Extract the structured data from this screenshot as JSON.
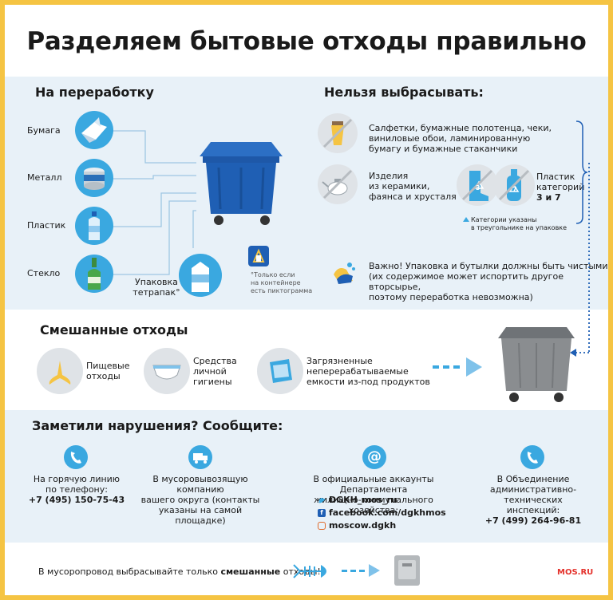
{
  "title": "Разделяем бытовые отходы правильно",
  "recycle": {
    "heading": "На переработку",
    "items": [
      "Бумага",
      "Металл",
      "Пластик",
      "Стекло"
    ],
    "tetrapak_line1": "Упаковка",
    "tetrapak_line2": "тетрапак°",
    "note_line1": "°Только если",
    "note_line2": "на контейнере",
    "note_line3": "есть пиктограмма"
  },
  "forbidden": {
    "heading": "Нельзя выбрасывать:",
    "paper_line1": "Салфетки, бумажные полотенца, чеки,",
    "paper_line2": "виниловые обои, ламинированную",
    "paper_line3": "бумагу и бумажные стаканчики",
    "ceramics_line1": "Изделия",
    "ceramics_line2": "из керамики,",
    "ceramics_line3": "фаянса и хрусталя",
    "plastic_line1": "Пластик",
    "plastic_line2": "категорий",
    "plastic_line3": "3 и 7",
    "code_3": "3",
    "code_7": "7",
    "category_note_line1": "Категории указаны",
    "category_note_line2": "в треугольнике на упаковке",
    "warning_line1": "Важно! Упаковка и бутылки должны быть чистыми",
    "warning_line2": "(их содержимое может испортить другое вторсырье,",
    "warning_line3": "поэтому переработка невозможна)"
  },
  "mixed": {
    "heading": "Смешанные отходы",
    "food_line1": "Пищевые",
    "food_line2": "отходы",
    "hygiene_line1": "Средства",
    "hygiene_line2": "личной",
    "hygiene_line3": "гигиены",
    "dirty_line1": "Загрязненные",
    "dirty_line2": "неперерабатываемые",
    "dirty_line3": "емкости из-под продуктов"
  },
  "report": {
    "heading": "Заметили нарушения? Сообщите:",
    "hotline_line1": "На горячую линию",
    "hotline_line2": "по телефону:",
    "hotline_phone": "+7 (495) 150-75-43",
    "company_line1": "В мусоровывозящую компанию",
    "company_line2": "вашего округа (контакты",
    "company_line3": "указаны на самой площадке)",
    "social_line1": "В официальные аккаунты Департамента",
    "social_line2": "жилищно-коммунального хозяйства:",
    "twitter": "DGKH_mos_ru",
    "facebook": "facebook.com/dgkhmos",
    "instagram": "moscow.dgkh",
    "oati_line1": "В Объединение",
    "oati_line2": "административно-технических",
    "oati_line3": "инспекций:",
    "oati_phone": "+7 (499) 264-96-81"
  },
  "footer": {
    "chute_before": "В мусоропровод выбрасывайте только ",
    "chute_bold": "смешанные",
    "chute_after": " отходы!",
    "brand": "MOS.RU"
  },
  "colors": {
    "frame": "#f5c443",
    "band": "#e8f1f8",
    "accent": "#3aa8e0",
    "bin_blue": "#1f5fb4",
    "bin_gray": "#8a8d90",
    "brand_red": "#e4312b"
  }
}
